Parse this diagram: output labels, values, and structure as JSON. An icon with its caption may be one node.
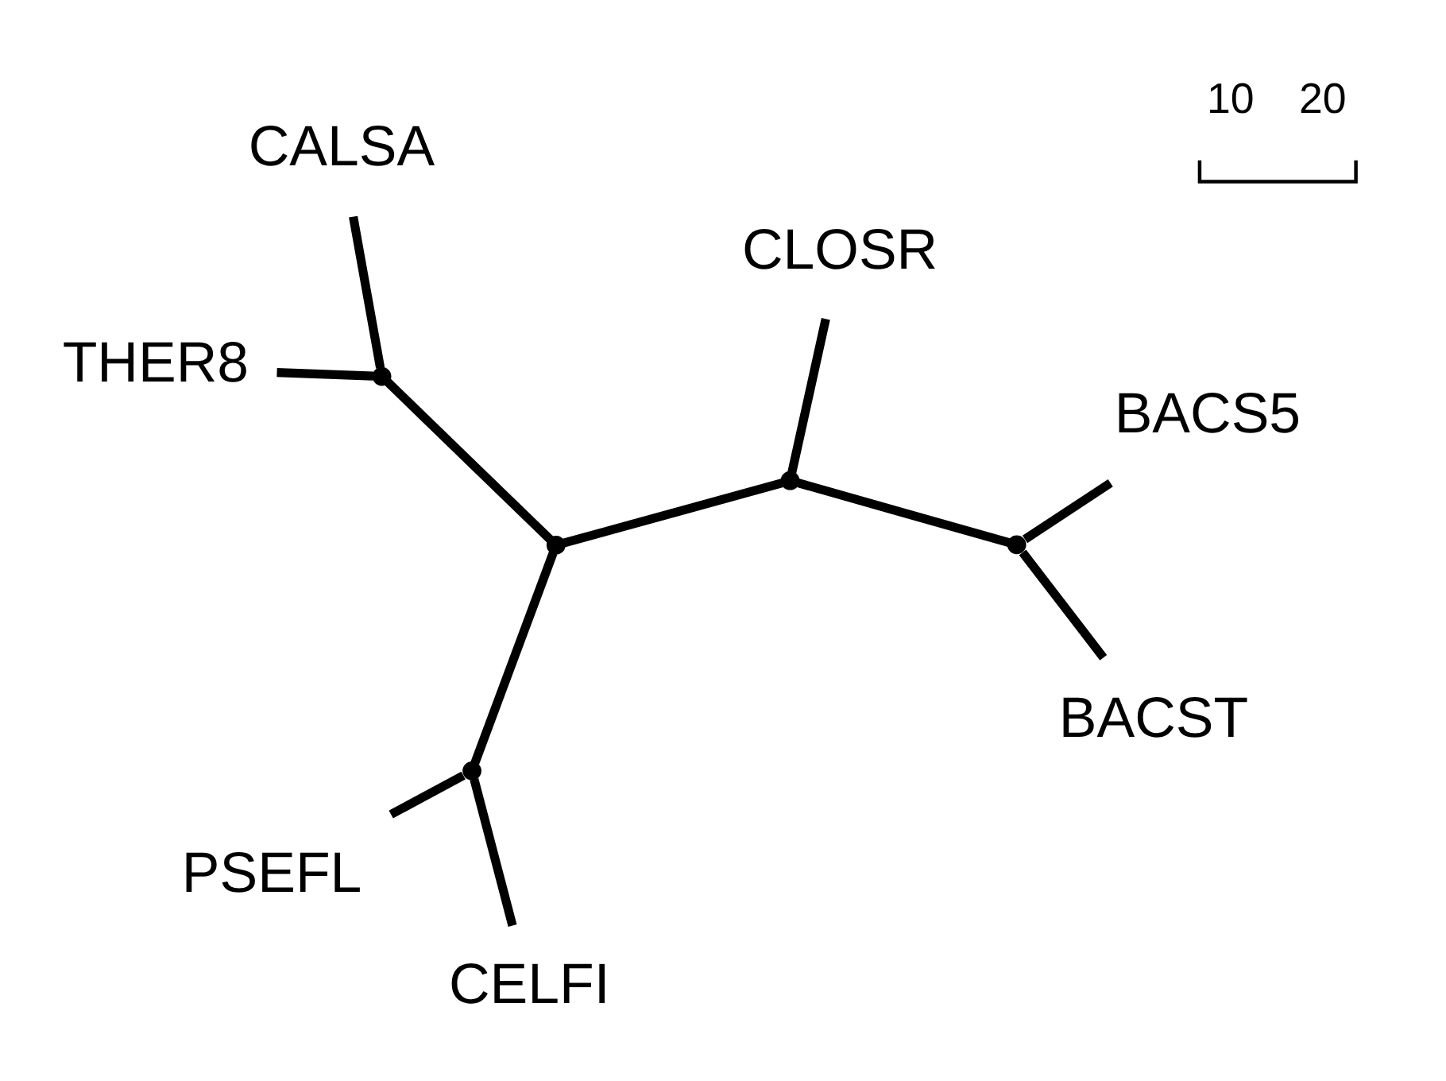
{
  "diagram": {
    "nodes": [
      {
        "text": [
          "PSEFL"
        ]
      },
      {
        "text": [
          "CELFI"
        ]
      },
      {
        "text": [],
        "shape": "point"
      },
      {
        "text": [
          "CLOSR"
        ]
      },
      {
        "text": [],
        "shape": "point"
      },
      {
        "text": [],
        "shape": "point"
      },
      {
        "text": [
          "BACST"
        ]
      },
      {
        "text": [],
        "shape": "point"
      },
      {
        "text": [
          "THER8"
        ]
      },
      {
        "text": [],
        "shape": "point"
      },
      {
        "text": [
          "BACS5"
        ]
      },
      {
        "text": [
          "CALSA"
        ]
      }
    ],
    "edges": [
      {
        "from": 2,
        "to": 0,
        "arrow": "none"
      },
      {
        "from": 2,
        "to": 1,
        "arrow": "none"
      },
      {
        "from": 2,
        "to": 4,
        "arrow": "none"
      },
      {
        "from": 4,
        "to": 5,
        "arrow": "none"
      },
      {
        "from": 4,
        "to": 9,
        "arrow": "none"
      },
      {
        "from": 5,
        "to": 3,
        "arrow": "none"
      },
      {
        "from": 5,
        "to": 7,
        "arrow": "none"
      },
      {
        "from": 7,
        "to": 6,
        "arrow": "none"
      },
      {
        "from": 7,
        "to": 10,
        "arrow": "none"
      },
      {
        "from": 9,
        "to": 8,
        "arrow": "none"
      },
      {
        "from": 9,
        "to": 11,
        "arrow": "none"
      }
    ],
    "labels": [
      "10",
      "20"
    ]
  }
}
